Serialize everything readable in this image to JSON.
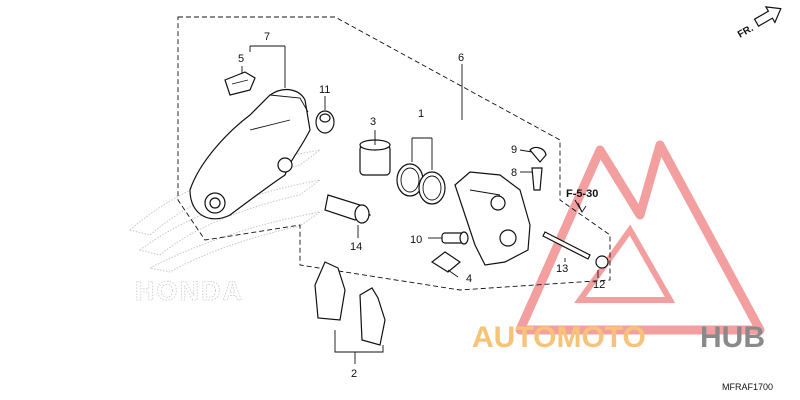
{
  "callouts": {
    "c1": "1",
    "c2": "2",
    "c3": "3",
    "c4": "4",
    "c5": "5",
    "c6": "6",
    "c7": "7",
    "c8": "8",
    "c9": "9",
    "c10": "10",
    "c11": "11",
    "c12": "12",
    "c13": "13",
    "c14": "14"
  },
  "reference": "F-5-30",
  "direction_label": "FR.",
  "diagram_code": "MFRAF1700",
  "background_brand": "HONDA",
  "watermark": {
    "part1": "AUTOMOTO",
    "part2": "HUB"
  },
  "colors": {
    "watermark_orange": "#f7c27a",
    "watermark_gray": "#8a8a8a",
    "watermark_triangle": "#f08080",
    "line": "#111111"
  },
  "icons": {
    "direction": "arrow-right-icon"
  }
}
